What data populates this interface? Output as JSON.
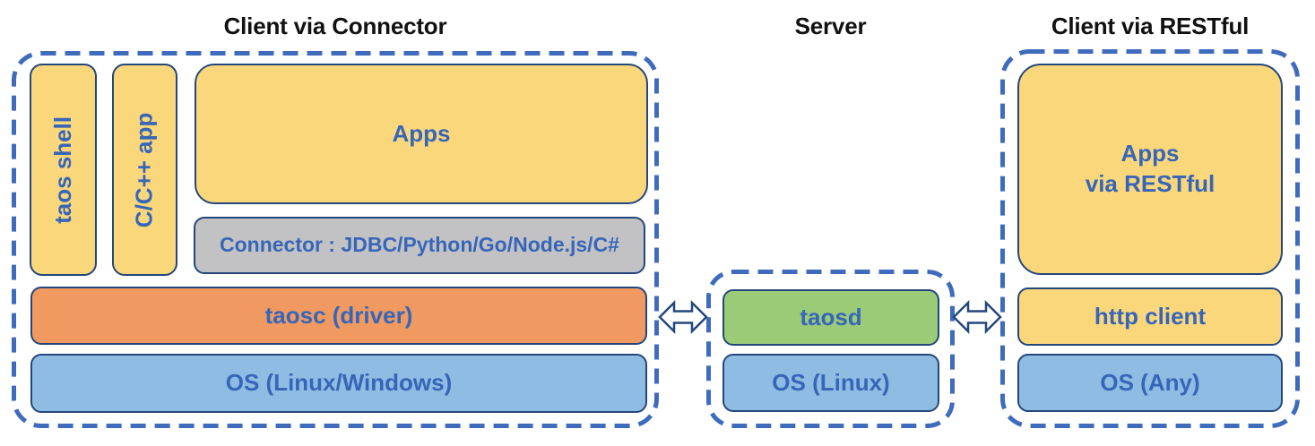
{
  "sections": {
    "client_connector": {
      "title": "Client via Connector",
      "boxes": {
        "taos_shell": "taos shell",
        "cpp_app": "C/C++ app",
        "apps": "Apps",
        "connector": "Connector : JDBC/Python/Go/Node.js/C#",
        "taosc": "taosc (driver)",
        "os": "OS (Linux/Windows)"
      }
    },
    "server": {
      "title": "Server",
      "boxes": {
        "taosd": "taosd",
        "os": "OS (Linux)"
      }
    },
    "client_restful": {
      "title": "Client via RESTful",
      "boxes": {
        "apps": "Apps\nvia RESTful",
        "http_client": "http client",
        "os": "OS (Any)"
      }
    }
  },
  "connections": [
    {
      "from": "taosc (driver)",
      "to": "taosd",
      "type": "bidirectional-arrow"
    },
    {
      "from": "taosd",
      "to": "http client",
      "type": "bidirectional-arrow"
    }
  ],
  "colors": {
    "app_yellow": "#FBD77C",
    "connector_gray": "#C2C2C4",
    "driver_orange": "#F09A62",
    "os_blue": "#8FBCE3",
    "server_green": "#9ACB77",
    "box_border_navy": "#24477B",
    "dashed_border_blue": "#3F6BBD",
    "label_blue": "#3766B8",
    "title_black": "#111111"
  }
}
